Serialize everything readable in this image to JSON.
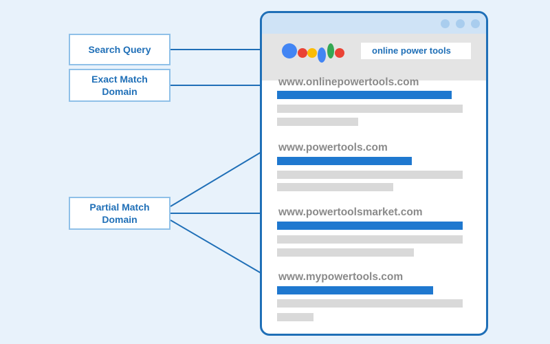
{
  "labels": {
    "search_query": "Search Query",
    "exact_match": [
      "Exact Match",
      "Domain"
    ],
    "partial_match": [
      "Partial Match",
      "Domain"
    ]
  },
  "search": {
    "query": "online power tools"
  },
  "results": [
    {
      "url": "www.onlinepowertools.com",
      "match": "exact"
    },
    {
      "url": "www.powertools.com",
      "match": "partial"
    },
    {
      "url": "www.powertoolsmarket.com",
      "match": "partial"
    },
    {
      "url": "www.mypowertools.com",
      "match": "partial"
    }
  ],
  "colors": {
    "accent": "#1f6fb7",
    "background": "#e8f2fb",
    "title_bar": "#cfe3f6",
    "logo_dots": [
      "#4285f4",
      "#ea4335",
      "#fbbc05",
      "#4285f4",
      "#34a853",
      "#ea4335"
    ]
  },
  "icons": [
    "search-engine-logo",
    "window-control-dots"
  ]
}
